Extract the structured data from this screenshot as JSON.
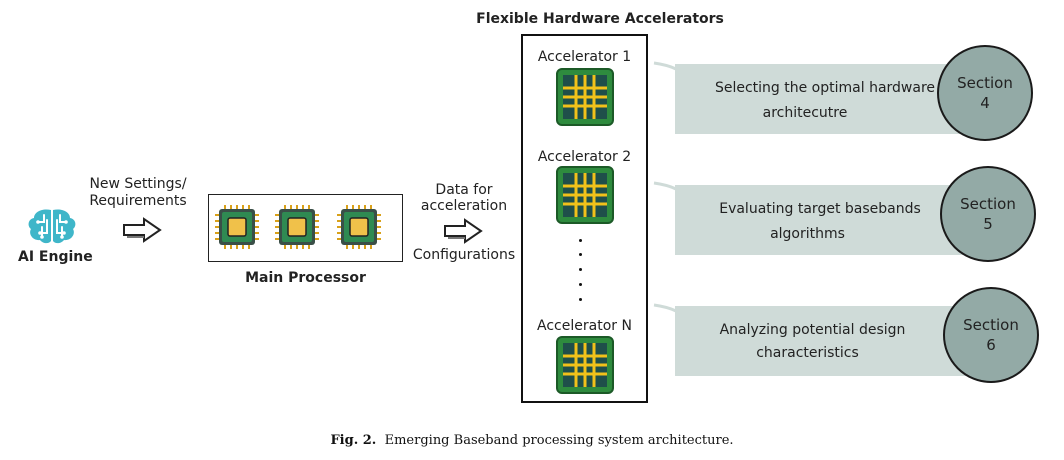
{
  "title": "Flexible Hardware Accelerators",
  "ai_engine": {
    "label": "AI Engine"
  },
  "arrow1": {
    "line1": "New Settings/",
    "line2": "Requirements"
  },
  "main_processor": {
    "label": "Main Processor"
  },
  "arrow2": {
    "line1": "Data for",
    "line2": "acceleration",
    "line3": "Configurations"
  },
  "accelerators": [
    {
      "label": "Accelerator 1"
    },
    {
      "label": "Accelerator 2"
    },
    {
      "label": "Accelerator N"
    }
  ],
  "sections": [
    {
      "text1": "Selecting the optimal hardware",
      "text2": "architecutre",
      "circle1": "Section",
      "circle2": "4"
    },
    {
      "text1": "Evaluating target basebands",
      "text2": "algorithms",
      "circle1": "Section",
      "circle2": "5"
    },
    {
      "text1": "Analyzing potential design",
      "text2": "characteristics",
      "circle1": "Section",
      "circle2": "6"
    }
  ],
  "caption": {
    "prefix": "Fig. 2.",
    "text": "Emerging Baseband processing system architecture."
  },
  "colors": {
    "banner": "#cfdbd8",
    "circle": "#93aaa6",
    "chip_green": "#2e8b3e",
    "chip_yellow": "#f2c21a",
    "brain_teal": "#3fb6c9"
  }
}
